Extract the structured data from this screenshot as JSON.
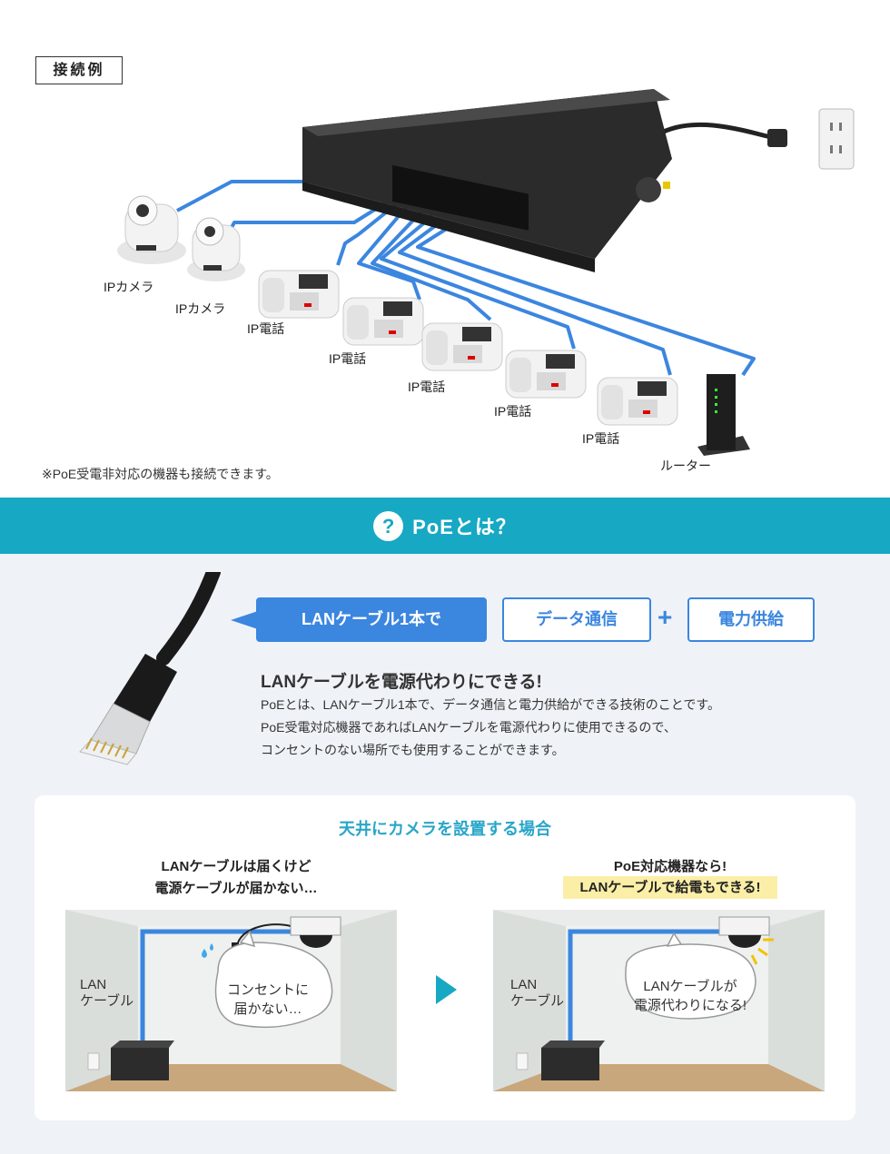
{
  "example": {
    "label": "接続例"
  },
  "devices": {
    "camera1": "IPカメラ",
    "camera2": "IPカメラ",
    "phone1": "IP電話",
    "phone2": "IP電話",
    "phone3": "IP電話",
    "phone4": "IP電話",
    "phone5": "IP電話",
    "router": "ルーター"
  },
  "footnote": "※PoE受電非対応の機器も接続できます。",
  "poe": {
    "icon": "?",
    "title": "PoEとは？",
    "callout": "LANケーブル1本で",
    "box1": "データ通信",
    "plus": "+",
    "box2": "電力供給",
    "headline": "LANケーブルを電源代わりにできる!",
    "desc1": "PoEとは、LANケーブル1本で、データ通信と電力供給ができる技術のことです。",
    "desc2": "PoE受電対応機器であればLANケーブルを電源代わりに使用できるので、",
    "desc3": "コンセントのない場所でも使用することができます。"
  },
  "ceiling": {
    "title": "天井にカメラを設置する場合",
    "left_caption1": "LANケーブルは届くけど",
    "left_caption2": "電源ケーブルが届かない…",
    "right_caption1": "PoE対応機器なら!",
    "right_caption2": "LANケーブルで給電もできる!",
    "lan_label1": "LAN",
    "lan_label2": "ケーブル",
    "left_bubble1": "コンセントに",
    "left_bubble2": "届かない…",
    "right_bubble1": "LANケーブルが",
    "right_bubble2": "電源代わりになる!"
  },
  "colors": {
    "accent": "#17a8c4",
    "blue": "#3b86df",
    "highlight": "#fbefa8",
    "cable": "#3b86df"
  }
}
